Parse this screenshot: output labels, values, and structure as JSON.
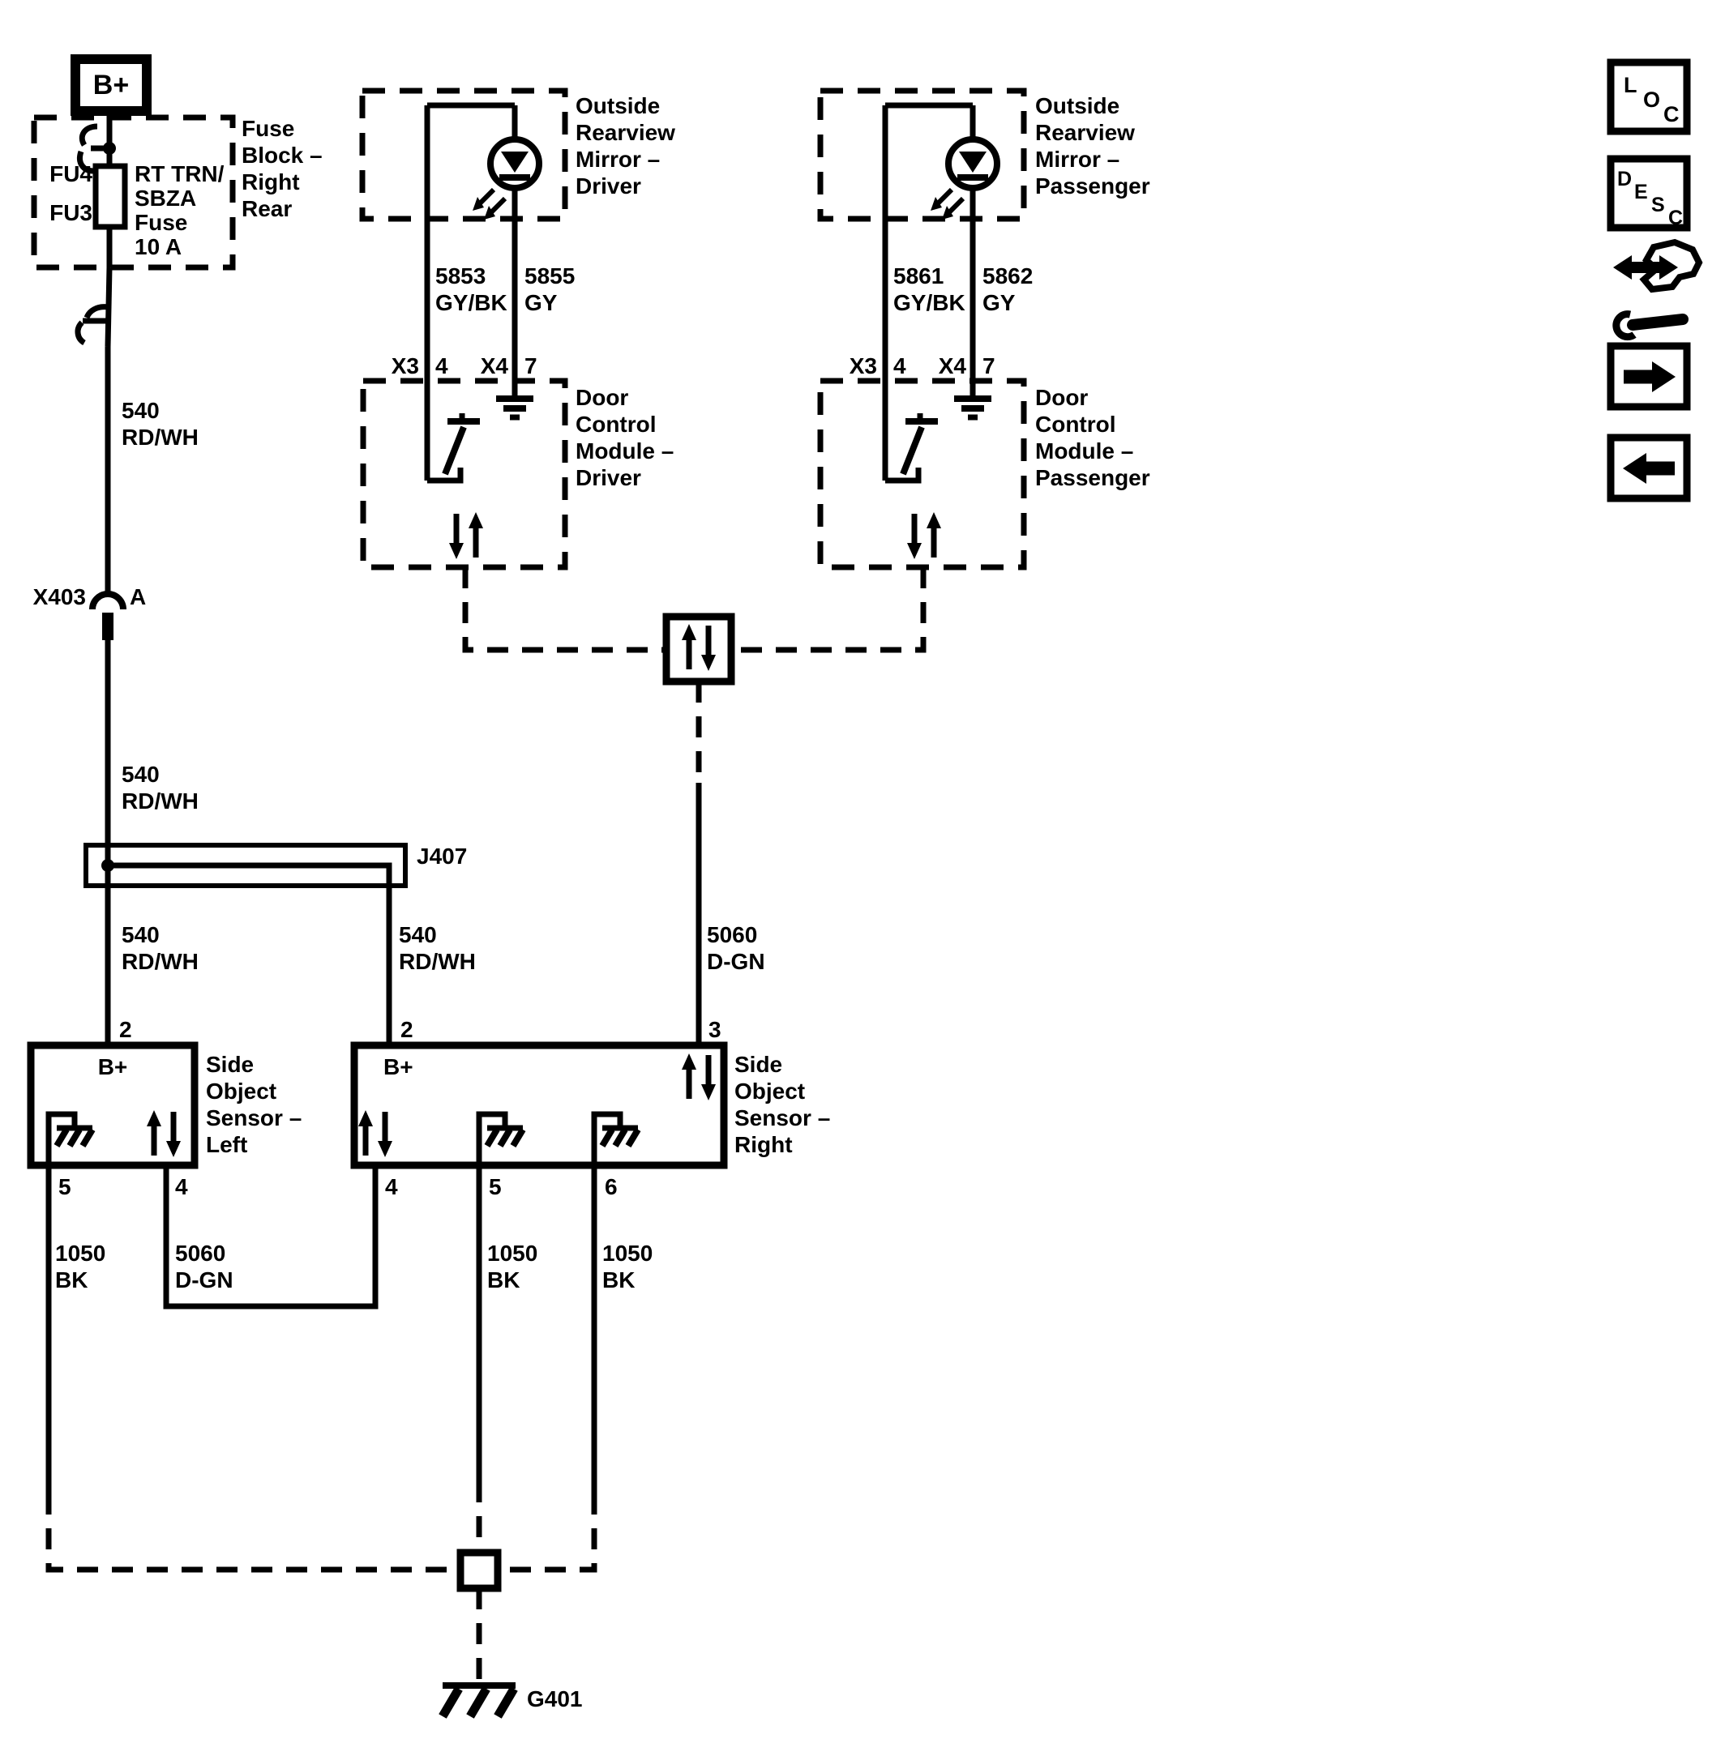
{
  "diagram": {
    "power": {
      "b_plus": "B+"
    },
    "fuse_block": {
      "title": [
        "Fuse",
        "Block –",
        "Right",
        "Rear"
      ],
      "fu4": "FU4",
      "fu3": "FU3",
      "fuse_desc": [
        "RT TRN/",
        "SBZA",
        "Fuse",
        "10 A"
      ]
    },
    "connectors": {
      "x403": "X403",
      "x403_pin": "A",
      "j407": "J407",
      "g401": "G401"
    },
    "wires": {
      "w540": {
        "num": "540",
        "color": "RD/WH"
      },
      "w5853": {
        "num": "5853",
        "color": "GY/BK"
      },
      "w5855": {
        "num": "5855",
        "color": "GY"
      },
      "w5861": {
        "num": "5861",
        "color": "GY/BK"
      },
      "w5862": {
        "num": "5862",
        "color": "GY"
      },
      "w5060": {
        "num": "5060",
        "color": "D-GN"
      },
      "w1050": {
        "num": "1050",
        "color": "BK"
      }
    },
    "mirror_driver": {
      "label": [
        "Outside",
        "Rearview",
        "Mirror –",
        "Driver"
      ],
      "pins": {
        "c1": "X3",
        "p1": "4",
        "c2": "X4",
        "p2": "7"
      }
    },
    "mirror_passenger": {
      "label": [
        "Outside",
        "Rearview",
        "Mirror –",
        "Passenger"
      ],
      "pins": {
        "c1": "X3",
        "p1": "4",
        "c2": "X4",
        "p2": "7"
      }
    },
    "dcm_driver": {
      "label": [
        "Door",
        "Control",
        "Module –",
        "Driver"
      ]
    },
    "dcm_passenger": {
      "label": [
        "Door",
        "Control",
        "Module –",
        "Passenger"
      ]
    },
    "sos_left": {
      "label": [
        "Side",
        "Object",
        "Sensor –",
        "Left"
      ],
      "b_plus": "B+",
      "pin_top": "2",
      "pin_5": "5",
      "pin_4": "4"
    },
    "sos_right": {
      "label": [
        "Side",
        "Object",
        "Sensor –",
        "Right"
      ],
      "b_plus": "B+",
      "pin_top_left": "2",
      "pin_top_right": "3",
      "pin_4": "4",
      "pin_5": "5",
      "pin_6": "6"
    }
  },
  "nav": {
    "loc": [
      "L",
      "O",
      "C"
    ],
    "desc": [
      "D",
      "E",
      "S",
      "C"
    ]
  },
  "colors": {
    "ink": "#000000",
    "paper": "#ffffff"
  }
}
